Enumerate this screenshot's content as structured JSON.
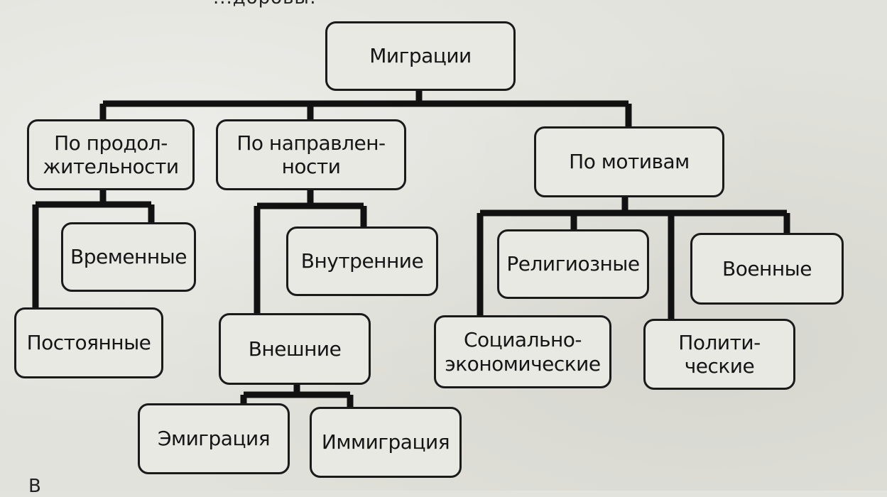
{
  "diagram": {
    "root": "Миграции",
    "by_duration": {
      "label": "По продол-\nжительности",
      "children": [
        "Временные",
        "Постоянные"
      ]
    },
    "by_direction": {
      "label": "По направлен-\nности",
      "children": [
        "Внутренние",
        "Внешние"
      ],
      "external_children": [
        "Эмиграция",
        "Иммиграция"
      ]
    },
    "by_motive": {
      "label": "По мотивам",
      "children": [
        "Религиозные",
        "Военные",
        "Социально-\nэкономические",
        "Полити-\nческие"
      ]
    }
  },
  "cropped_text": {
    "top": "...доровы:",
    "bottom": "В"
  },
  "colors": {
    "paper": "#e2e2dc",
    "box_fill": "#e9e9e4",
    "ink": "#1a1a1a"
  }
}
